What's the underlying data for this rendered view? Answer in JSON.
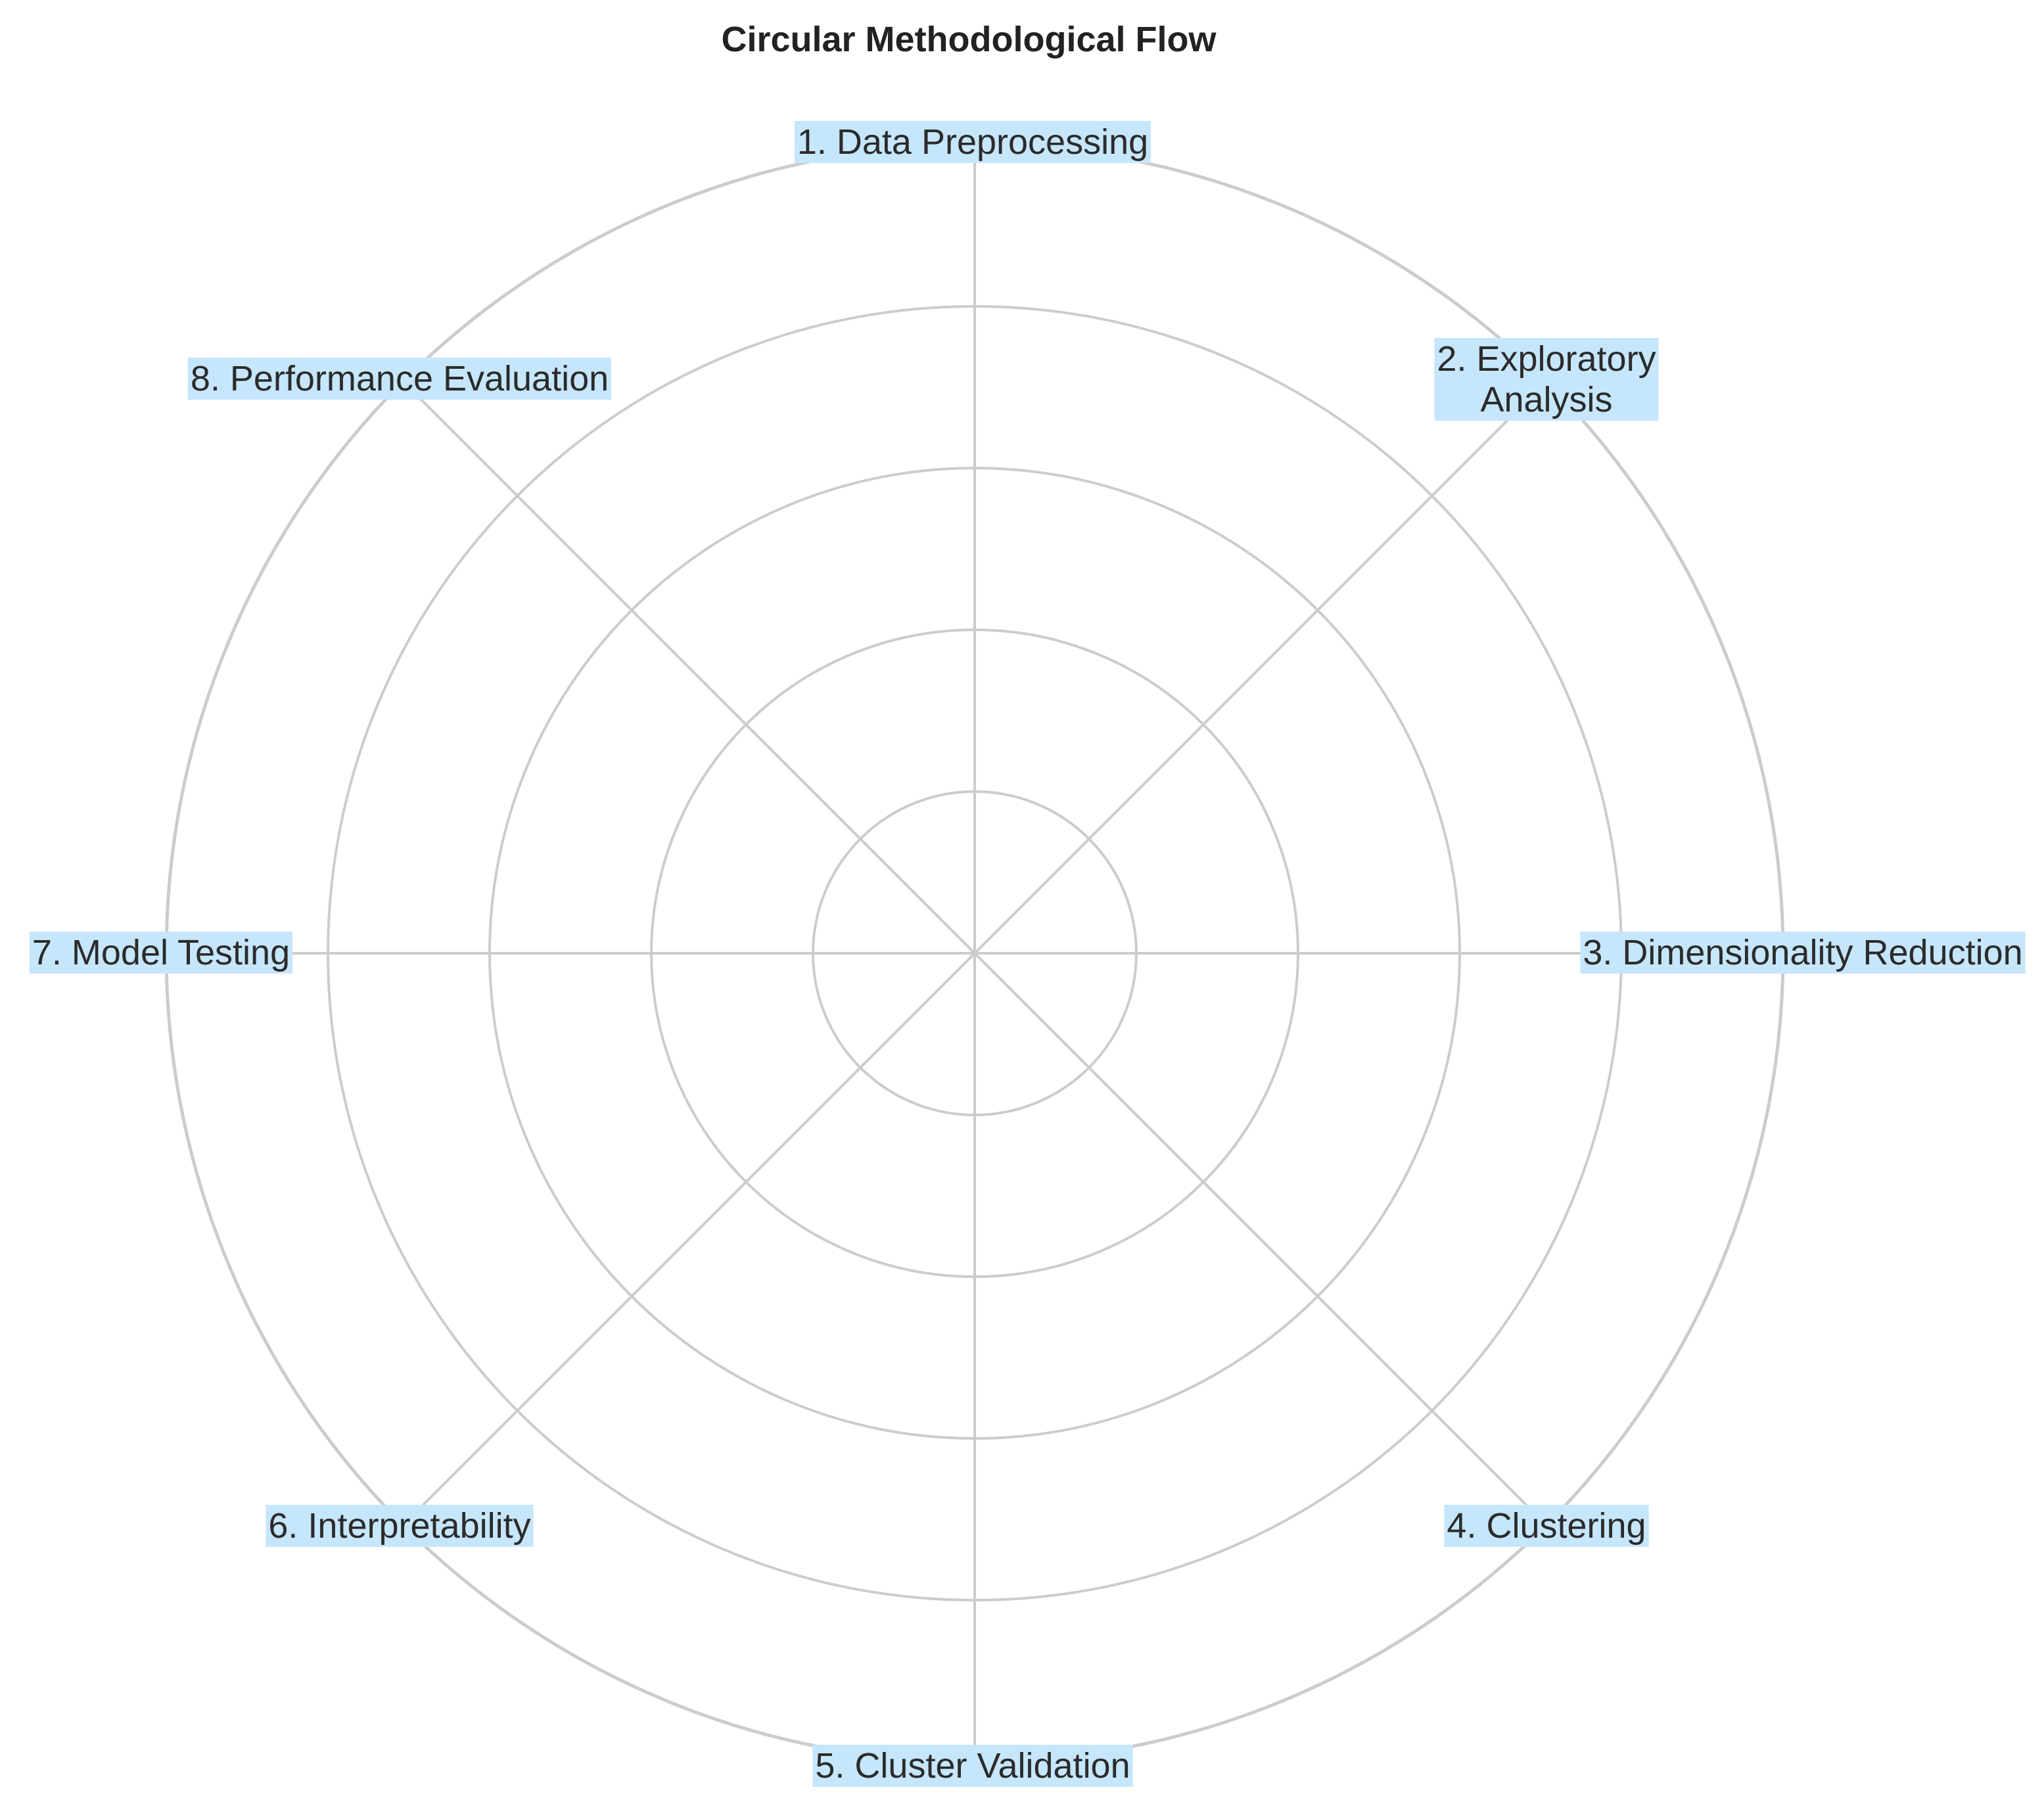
{
  "title": "Circular Methodological Flow",
  "colors": {
    "grid": "#cccccc",
    "label_background": "#c6e6fb",
    "text": "#2b2b2b",
    "background": "#ffffff"
  },
  "rings": 5,
  "steps": [
    {
      "lines": [
        "1. Data Preprocessing"
      ]
    },
    {
      "lines": [
        "2. Exploratory",
        "Analysis"
      ]
    },
    {
      "lines": [
        "3. Dimensionality Reduction"
      ]
    },
    {
      "lines": [
        "4. Clustering"
      ]
    },
    {
      "lines": [
        "5. Cluster Validation"
      ]
    },
    {
      "lines": [
        "6. Interpretability"
      ]
    },
    {
      "lines": [
        "7. Model Testing"
      ]
    },
    {
      "lines": [
        "8. Performance Evaluation"
      ]
    }
  ]
}
